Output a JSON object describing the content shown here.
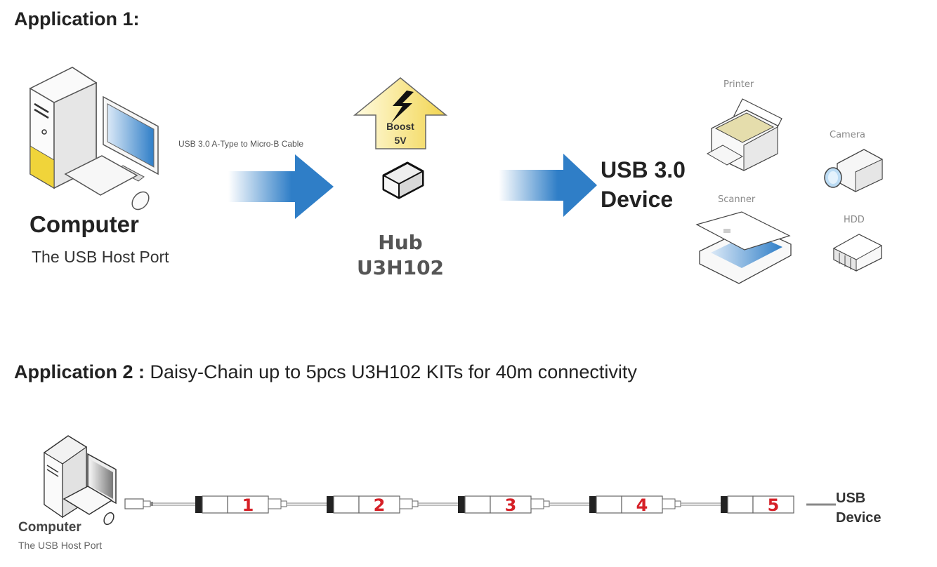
{
  "application1": {
    "heading": "Application 1:",
    "cable_label": "USB 3.0 A-Type to Micro-B Cable",
    "computer": {
      "title": "Computer",
      "subtitle": "The USB Host Port"
    },
    "boost": {
      "line1": "Boost",
      "line2": "5V"
    },
    "hub": {
      "line1": "Hub",
      "line2": "U3H102"
    },
    "target": {
      "line1": "USB 3.0",
      "line2": "Device"
    },
    "devices": [
      {
        "label": "Printer",
        "icon": "printer-icon"
      },
      {
        "label": "Camera",
        "icon": "camera-icon"
      },
      {
        "label": "Scanner",
        "icon": "scanner-icon"
      },
      {
        "label": "HDD",
        "icon": "hdd-icon"
      }
    ],
    "colors": {
      "arrow_blue": "#2f7ec7",
      "boost_yellow": "#f6e38a",
      "screen_blue": "#3a8ad4",
      "tower_yellow": "#f0d43a"
    }
  },
  "application2": {
    "heading_bold": "Application 2 :",
    "heading_text": "Daisy-Chain up to 5pcs U3H102 KITs for 40m connectivity",
    "computer": {
      "title": "Computer",
      "subtitle": "The USB Host Port"
    },
    "kits": [
      "1",
      "2",
      "3",
      "4",
      "5"
    ],
    "target": {
      "line1": "USB",
      "line2": "Device"
    },
    "colors": {
      "kit_number": "#d62027"
    }
  }
}
